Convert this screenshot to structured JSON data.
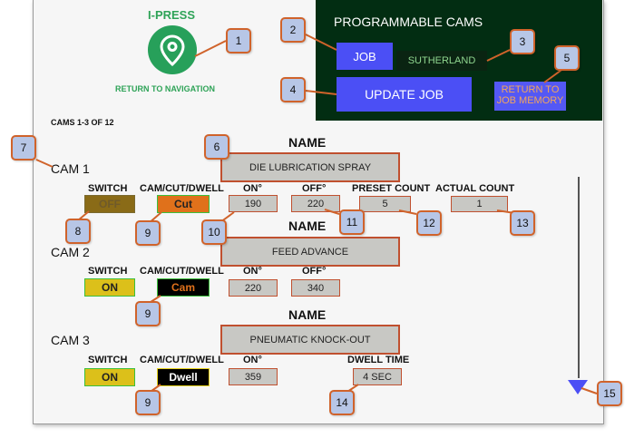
{
  "brand": {
    "title": "I-PRESS",
    "return_label": "RETURN TO NAVIGATION"
  },
  "header": {
    "title": "PROGRAMMABLE CAMS",
    "job_button": "JOB",
    "job_name": "SUTHERLAND",
    "update_button": "UPDATE JOB",
    "return_memory_line1": "RETURN TO",
    "return_memory_line2": "JOB MEMORY"
  },
  "cams_count": "CAMS 1-3 OF 12",
  "columns": {
    "name": "NAME",
    "switch": "SWITCH",
    "mode": "CAM/CUT/DWELL",
    "on": "ON°",
    "off": "OFF°",
    "preset_count": "PRESET COUNT",
    "actual_count": "ACTUAL COUNT",
    "dwell_time": "DWELL TIME"
  },
  "cams": [
    {
      "label": "CAM 1",
      "name": "DIE LUBRICATION SPRAY",
      "switch": "OFF",
      "mode": "Cut",
      "on": "190",
      "off": "220",
      "preset_count": "5",
      "actual_count": "1"
    },
    {
      "label": "CAM 2",
      "name": "FEED ADVANCE",
      "switch": "ON",
      "mode": "Cam",
      "on": "220",
      "off": "340"
    },
    {
      "label": "CAM 3",
      "name": "PNEUMATIC KNOCK-OUT",
      "switch": "ON",
      "mode": "Dwell",
      "on": "359",
      "dwell_time": "4 SEC"
    }
  ],
  "callouts": [
    "1",
    "2",
    "3",
    "4",
    "5",
    "6",
    "7",
    "8",
    "9",
    "10",
    "11",
    "12",
    "13",
    "14",
    "15"
  ],
  "colors": {
    "accent_blue": "#4b4ff5",
    "dark_panel": "#022d12",
    "callout_border": "#d0632b",
    "callout_fill": "#b7c6e6",
    "brand_green": "#2ea357"
  },
  "icons": {
    "brand": "map-pin-icon",
    "scroll": "scroll-down-arrow-icon"
  }
}
